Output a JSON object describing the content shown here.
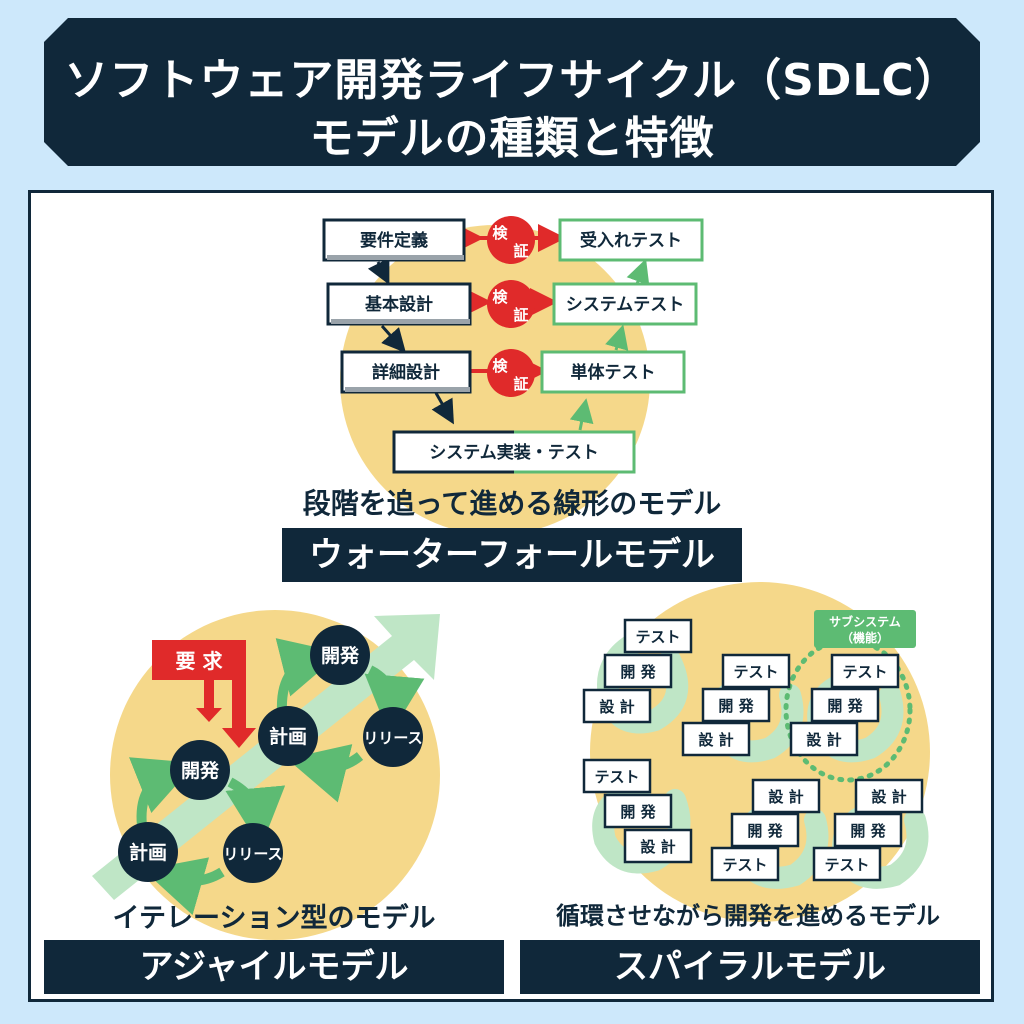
{
  "title": {
    "line1": "ソフトウェア開発ライフサイクル（SDLC）",
    "line2": "モデルの種類と特徴"
  },
  "waterfall": {
    "left_steps": [
      "要件定義",
      "基本設計",
      "詳細設計"
    ],
    "right_steps": [
      "受入れテスト",
      "システムテスト",
      "単体テスト"
    ],
    "bottom_step": "システム実装・テスト",
    "verify_char1": "検",
    "verify_char2": "証",
    "caption": "段階を追って進める線形のモデル",
    "label": "ウォーターフォールモデル"
  },
  "agile": {
    "requirement": "要 求",
    "cycle1": {
      "plan": "計画",
      "dev": "開発",
      "release": "リリース"
    },
    "cycle2": {
      "plan": "計画",
      "dev": "開発",
      "release": "リリース"
    },
    "caption": "イテレーション型のモデル",
    "label": "アジャイルモデル"
  },
  "spiral": {
    "subsystem_line1": "サブシステム",
    "subsystem_line2": "（機能）",
    "design": "設 計",
    "dev": "開 発",
    "test": "テスト",
    "caption": "循環させながら開発を進めるモデル",
    "label": "スパイラルモデル"
  },
  "colors": {
    "navy": "#10283a",
    "yellow": "#f5d88a",
    "green": "#5dbb73",
    "light_green": "#bfe6c6",
    "red": "#e02a2a",
    "sky": "#cde8fb"
  }
}
